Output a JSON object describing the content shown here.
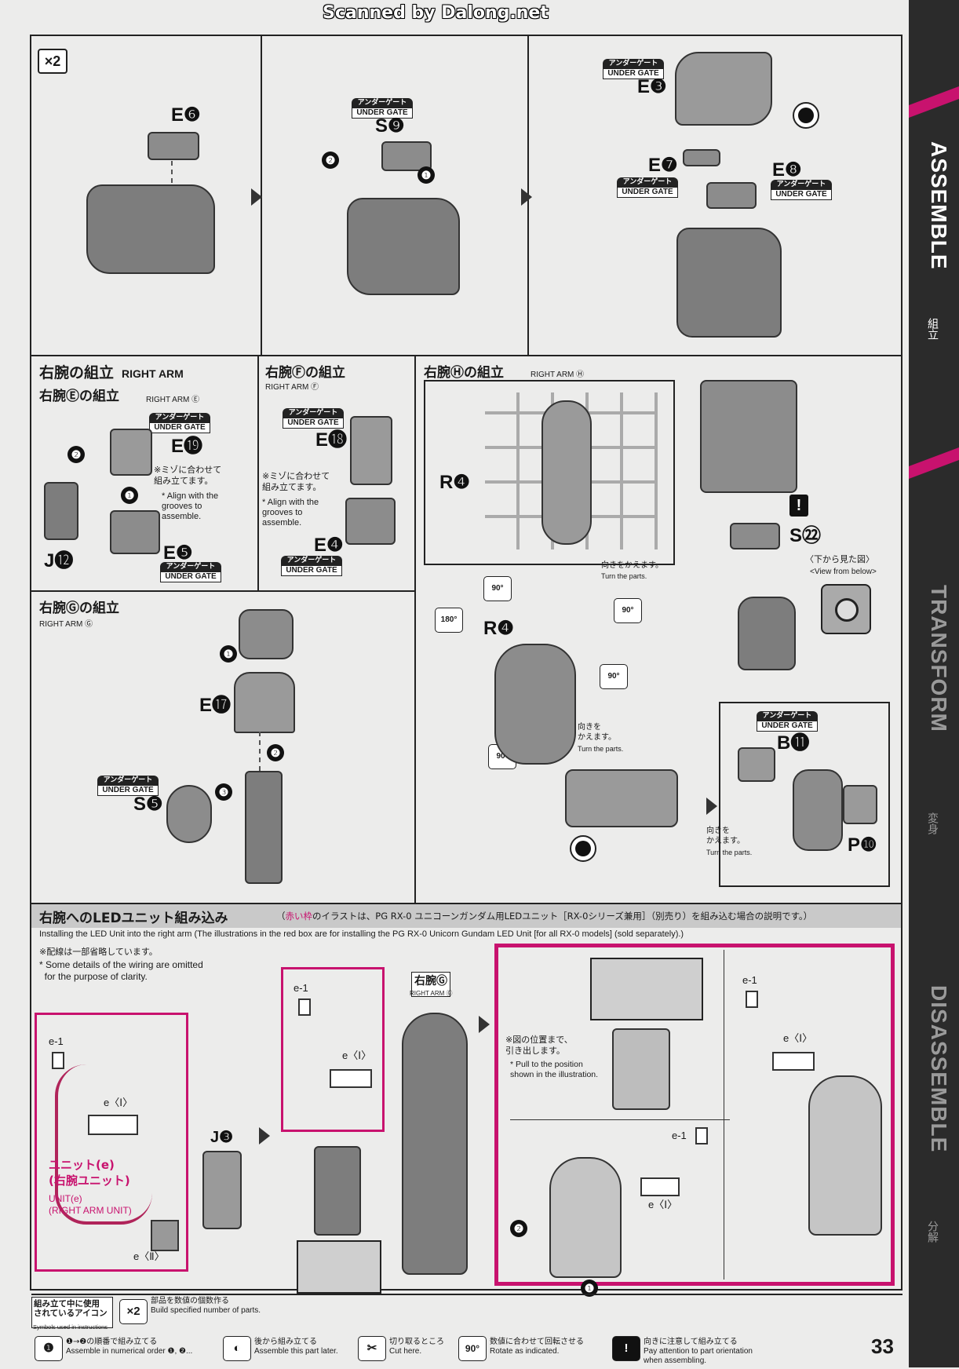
{
  "scan_banner": "Scanned by Dalong.net",
  "page_number": "33",
  "sidebar": {
    "assemble_en": "ASSEMBLE",
    "assemble_jp": "組立",
    "transform_en": "TRANSFORM",
    "transform_jp": "変身",
    "disassemble_en": "DISASSEMBLE",
    "disassemble_jp": "分解"
  },
  "colors": {
    "accent": "#c8126e",
    "sidebar": "#2b2b2b",
    "wire": "#b0245a"
  },
  "under_gate": {
    "jp": "アンダーゲート",
    "en": "UNDER GATE"
  },
  "top_section": {
    "multiplier": "×2",
    "parts": {
      "e6": "E❻",
      "s9": "S❾",
      "e3": "E❸",
      "e7": "E❼",
      "e8": "E❽"
    },
    "steps": {
      "n1": "❶",
      "n2": "❷"
    }
  },
  "right_arm_e": {
    "title": "右腕の組立",
    "title_en": "RIGHT ARM",
    "subtitle": "右腕Ⓔの組立",
    "subtitle_en": "RIGHT ARM Ⓔ",
    "parts": {
      "e19": "E⓳",
      "e5": "E❺",
      "j12": "J⓬"
    },
    "note_jp": "※ミゾに合わせて\n組み立てます。",
    "note_en": "* Align with the\ngrooves to\nassemble."
  },
  "right_arm_f": {
    "title": "右腕Ⓕの組立",
    "subtitle_en": "RIGHT ARM Ⓕ",
    "parts": {
      "e18": "E⓲",
      "e4": "E❹"
    },
    "note_jp": "※ミゾに合わせて\n組み立てます。",
    "note_en": "* Align with the\ngrooves to\nassemble."
  },
  "right_arm_g": {
    "title": "右腕Ⓖの組立",
    "subtitle_en": "RIGHT ARM Ⓖ",
    "parts": {
      "e17": "E⓱",
      "s5": "S❺"
    }
  },
  "right_arm_h": {
    "title": "右腕Ⓗの組立",
    "subtitle_en": "RIGHT ARM Ⓗ",
    "parts": {
      "r4": "R❹",
      "s22": "S㉒",
      "b11": "B⓫",
      "p10": "P❿"
    },
    "turn_jp": "向きをかえます。",
    "turn_en": "Turn the parts.",
    "turn2_jp": "向きを\nかえます。",
    "turn2_en": "Turn the parts.",
    "view_below_jp": "〈下から見た図〉",
    "view_below_en": "<View from below>",
    "rot90": "90°",
    "rot180": "180°"
  },
  "led_section": {
    "title": "右腕へのLEDユニット組み込み",
    "red_frame_jp": "赤い枠",
    "title_note": "のイラストは、PG RX-0 ユニコーンガンダム用LEDユニット［RX-0シリーズ兼用］（別売り）を組み込む場合の説明です。）",
    "title_note_open": "（",
    "sub_en": "Installing the LED Unit into the right arm (The illustrations in the red box are for installing the PG RX-0 Unicorn Gundam LED Unit [for all RX-0 models] (sold separately).)",
    "omit_jp": "※配線は一部省略しています。",
    "omit_en": "* Some details of the wiring are omitted\n  for the purpose of clarity.",
    "unit_jp": "ユニット(e)\n(右腕ユニット)",
    "unit_en": "UNIT(e)\n(RIGHT ARM UNIT)",
    "e1": "e-1",
    "eI": "e〈Ⅰ〉",
    "eII": "e〈Ⅱ〉",
    "j3": "J❸",
    "arm_g_jp": "右腕Ⓖ",
    "arm_g_en": "RIGHT ARM Ⓖ",
    "pull_jp": "※図の位置まで、\n引き出します。",
    "pull_en": "* Pull to the position\nshown in the illustration."
  },
  "legend": {
    "header_jp": "組み立て中に使用\nされているアイコン",
    "header_en": "Symbols used in instructions",
    "items": [
      {
        "icon": "×2",
        "jp": "部品を数値の個数作る",
        "en": "Build specified number of parts."
      },
      {
        "icon": "❶",
        "jp": "❶→❷の順番で組み立てる",
        "en": "Assemble in numerical order ❶, ❷..."
      },
      {
        "icon": "◐",
        "jp": "後から組み立てる",
        "en": "Assemble this part later."
      },
      {
        "icon": "✂",
        "jp": "切り取るところ",
        "en": "Cut here."
      },
      {
        "icon": "90°",
        "jp": "数値に合わせて回転させる",
        "en": "Rotate as indicated."
      },
      {
        "icon": "!",
        "jp": "向きに注意して組み立てる",
        "en": "Pay attention to part orientation\nwhen assembling."
      }
    ]
  }
}
